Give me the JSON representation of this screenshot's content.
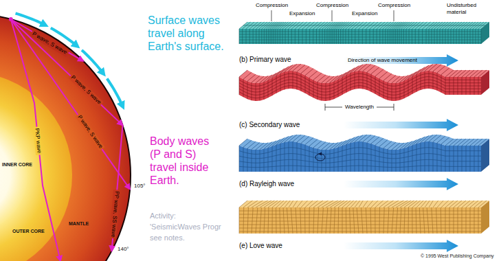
{
  "diagram": {
    "labels": [
      "Surface waves travel along Earth's surface.",
      "P wave, S wave",
      "P wave, S wave",
      "P wave, S wave",
      "PKP wave",
      "INNER CORE",
      "Body waves (P and S) travel inside Earth.",
      "105°",
      "PP wave, SS wave",
      "OUTER CORE",
      "MANTLE",
      "140°",
      "Activity:",
      "'SeismicWaves Progr",
      "see notes.",
      "Compression",
      "Compression",
      "Compression",
      "Expansion",
      "Expansion",
      "Undisturbed material",
      "(b) Primary wave",
      "Direction of wave movement",
      "(c) Secondary wave",
      "Wavelength",
      "(d) Rayleigh wave",
      "(e) Love wave",
      "© 1995 West Publishing Company"
    ]
  }
}
